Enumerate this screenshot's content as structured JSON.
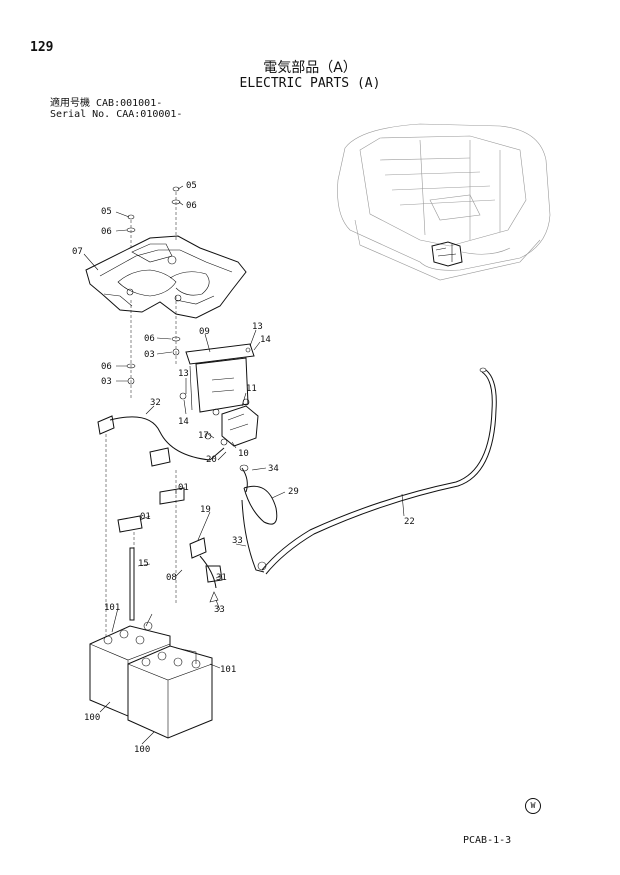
{
  "page": {
    "number": "129",
    "title_jp": "電気部品（A）",
    "title_en": "ELECTRIC PARTS (A)",
    "serial_line1": "適用号機  CAB:001001-",
    "serial_line2": "Serial No. CAA:010001-",
    "doc_code": "PCAB-1-3",
    "mark": "W"
  },
  "callouts": {
    "c05a": "05",
    "c06a": "06",
    "c05b": "05",
    "c06b": "06",
    "c07": "07",
    "c06c": "06",
    "c03a": "03",
    "c06d": "06",
    "c03b": "03",
    "c09": "09",
    "c13a": "13",
    "c14a": "14",
    "c13b": "13",
    "c14b": "14",
    "c11": "11",
    "c17": "17",
    "c10": "10",
    "c20": "20",
    "c34": "34",
    "c32": "32",
    "c01a": "01",
    "c01b": "01",
    "c29": "29",
    "c19": "19",
    "c22": "22",
    "c33a": "33",
    "c15": "15",
    "c08": "08",
    "c31": "31",
    "c33b": "33",
    "c101a": "101",
    "c101b": "101",
    "c100a": "100",
    "c100b": "100"
  }
}
